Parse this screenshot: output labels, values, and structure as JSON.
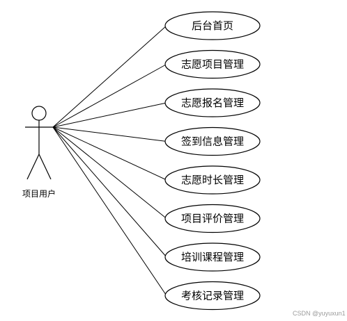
{
  "actor": {
    "label": "项目用户"
  },
  "use_cases": [
    {
      "label": "后台首页"
    },
    {
      "label": "志愿项目管理"
    },
    {
      "label": "志愿报名管理"
    },
    {
      "label": "签到信息管理"
    },
    {
      "label": "志愿时长管理"
    },
    {
      "label": "项目评价管理"
    },
    {
      "label": "培训课程管理"
    },
    {
      "label": "考核记录管理"
    }
  ],
  "watermark": "CSDN @yuyuxun1",
  "colors": {
    "stroke": "#000000",
    "background": "#ffffff",
    "watermark": "#9a9a9a"
  }
}
